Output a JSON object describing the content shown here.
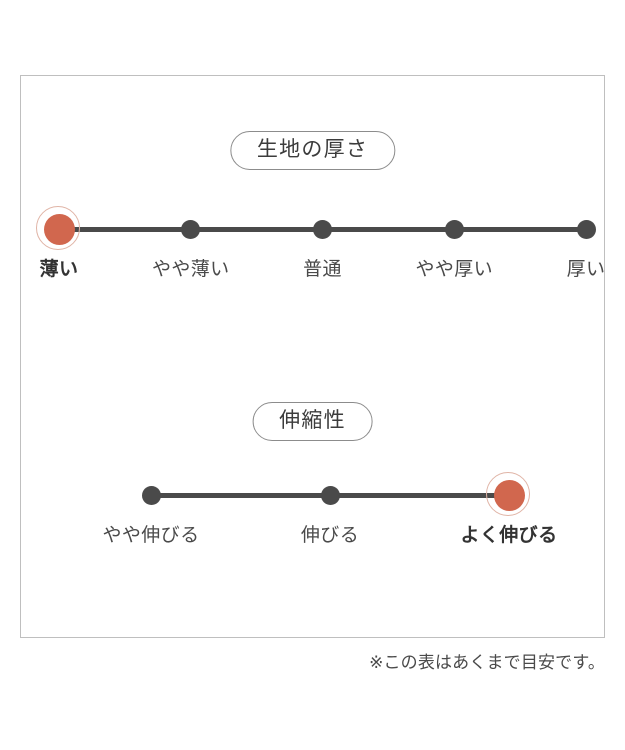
{
  "card": {
    "sections": [
      {
        "id": "thickness",
        "heading": "生地の厚さ",
        "selected_index": 0,
        "options": [
          {
            "label": "薄い"
          },
          {
            "label": "やや薄い"
          },
          {
            "label": "普通"
          },
          {
            "label": "やや厚い"
          },
          {
            "label": "厚い"
          }
        ]
      },
      {
        "id": "stretch",
        "heading": "伸縮性",
        "selected_index": 2,
        "options": [
          {
            "label": "やや伸びる"
          },
          {
            "label": "伸びる"
          },
          {
            "label": "よく伸びる"
          }
        ]
      }
    ]
  },
  "footnote": "※この表はあくまで目安です。",
  "colors": {
    "selected_marker": "#d1674e",
    "selected_halo": "#e0b4a6",
    "marker": "#4a4a4a",
    "track": "#4a4a4a",
    "card_border": "#bfbfbf",
    "pill_border": "#8c8c8c",
    "text": "#4a4a4a"
  },
  "chart_data": {
    "type": "scatter",
    "title": "生地の厚さ・伸縮性",
    "series": [
      {
        "name": "生地の厚さ",
        "categories": [
          "薄い",
          "やや薄い",
          "普通",
          "やや厚い",
          "厚い"
        ],
        "values": [
          1,
          0,
          0,
          0,
          0
        ],
        "selected": "薄い",
        "selected_index": 0,
        "scale_points": 5
      },
      {
        "name": "伸縮性",
        "categories": [
          "やや伸びる",
          "伸びる",
          "よく伸びる"
        ],
        "values": [
          0,
          0,
          1
        ],
        "selected": "よく伸びる",
        "selected_index": 2,
        "scale_points": 3
      }
    ],
    "annotations": [
      "※この表はあくまで目安です。"
    ],
    "xlabel": "",
    "ylabel": "",
    "grid": false,
    "legend": "none"
  }
}
